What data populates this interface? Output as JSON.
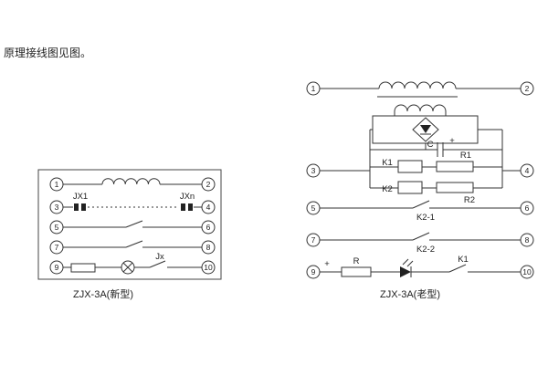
{
  "intro_text": "原理接线图见图。",
  "ink_color": "#333333",
  "left": {
    "caption": "ZJX-3A(新型)",
    "terminals": {
      "t1": "1",
      "t2": "2",
      "t3": "3",
      "t4": "4",
      "t5": "5",
      "t6": "6",
      "t7": "7",
      "t8": "8",
      "t9": "9",
      "t10": "10"
    },
    "labels": {
      "jx1": "JX1",
      "jxn": "JXn",
      "jx": "Jx"
    }
  },
  "right": {
    "caption": "ZJX-3A(老型)",
    "terminals": {
      "t1": "1",
      "t2": "2",
      "t3": "3",
      "t4": "4",
      "t5": "5",
      "t6": "6",
      "t7": "7",
      "t8": "8",
      "t9": "9",
      "t10": "10"
    },
    "labels": {
      "c": "C",
      "c_plus": "+",
      "r1": "R1",
      "k1_coil": "K1",
      "k2_coil": "K2",
      "r2": "R2",
      "k2_1": "K2-1",
      "k2_2": "K2-2",
      "row9_plus": "+",
      "r": "R",
      "k1_contact": "K1"
    }
  }
}
